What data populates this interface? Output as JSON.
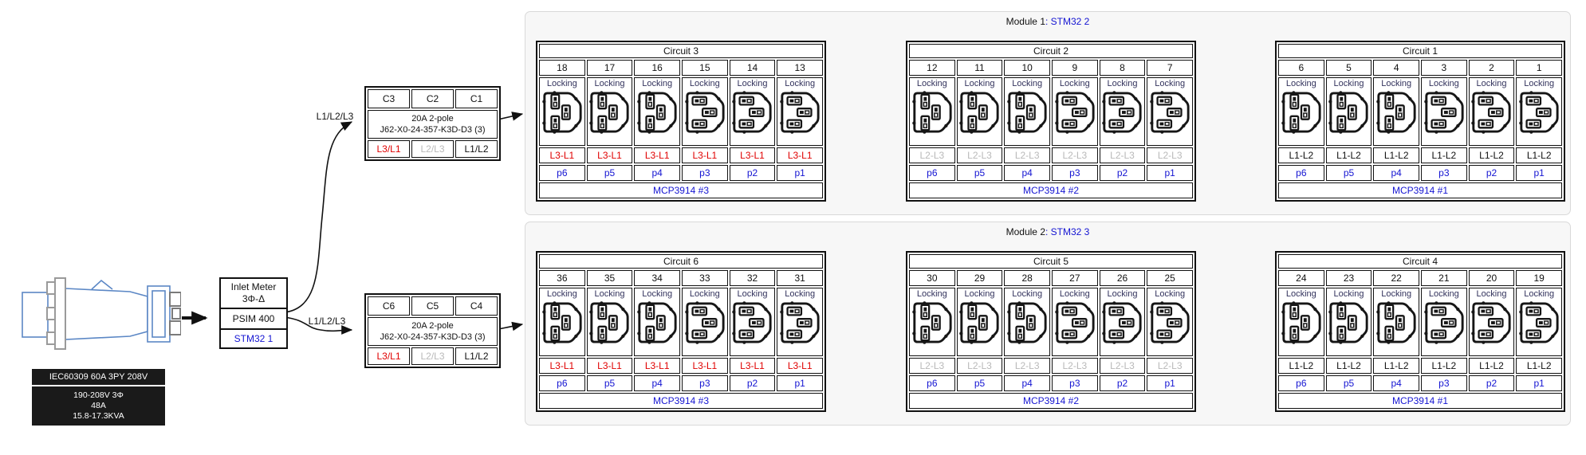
{
  "colors": {
    "blue": "#1414d2",
    "red": "#e00000",
    "grayphase": "#b9b9b9",
    "locking": "#32325c",
    "module_bg": "#f7f7f7",
    "module_border": "#d9d9d9"
  },
  "icons": {
    "plug": "iec60309-plug-icon",
    "outlet": "iec-c13-locking-outlet-icon"
  },
  "plug": {
    "label_title": "IEC60309 60A 3PY 208V",
    "label_lines": [
      "190-208V 3Φ",
      "48A",
      "15.8-17.3KVA"
    ]
  },
  "inlet_meter": {
    "name_line1": "Inlet Meter",
    "name_line2": "3Φ-Δ",
    "model": "PSIM 400",
    "mcu": "STM32 1"
  },
  "feeds": [
    {
      "label": "L1/L2/L3"
    },
    {
      "label": "L1/L2/L3"
    }
  ],
  "breaker_panels": [
    {
      "breakers": [
        "C3",
        "C2",
        "C1"
      ],
      "desc_line1": "20A 2-pole",
      "desc_line2": "J62-X0-24-357-K3D-D3 (3)",
      "phase_pairs": [
        {
          "text": "L3/L1",
          "tone": "red"
        },
        {
          "text": "L2/L3",
          "tone": "gray"
        },
        {
          "text": "L1/L2",
          "tone": "black"
        }
      ]
    },
    {
      "breakers": [
        "C6",
        "C5",
        "C4"
      ],
      "desc_line1": "20A 2-pole",
      "desc_line2": "J62-X0-24-357-K3D-D3 (3)",
      "phase_pairs": [
        {
          "text": "L3/L1",
          "tone": "red"
        },
        {
          "text": "L2/L3",
          "tone": "gray"
        },
        {
          "text": "L1/L2",
          "tone": "black"
        }
      ]
    }
  ],
  "modules": [
    {
      "title_text": "Module 1",
      "title_mcu": ": STM32 2",
      "circuits": [
        {
          "title": "Circuit 3",
          "receptacle_numbers": [
            "18",
            "17",
            "16",
            "15",
            "14",
            "13"
          ],
          "outlet_type": "Locking",
          "phase": {
            "text": "L3-L1",
            "tone": "red"
          },
          "ports": [
            "p6",
            "p5",
            "p4",
            "p3",
            "p2",
            "p1"
          ],
          "adc": "MCP3914 #3"
        },
        {
          "title": "Circuit 2",
          "receptacle_numbers": [
            "12",
            "11",
            "10",
            "9",
            "8",
            "7"
          ],
          "outlet_type": "Locking",
          "phase": {
            "text": "L2-L3",
            "tone": "gray"
          },
          "ports": [
            "p6",
            "p5",
            "p4",
            "p3",
            "p2",
            "p1"
          ],
          "adc": "MCP3914 #2"
        },
        {
          "title": "Circuit 1",
          "receptacle_numbers": [
            "6",
            "5",
            "4",
            "3",
            "2",
            "1"
          ],
          "outlet_type": "Locking",
          "phase": {
            "text": "L1-L2",
            "tone": "black"
          },
          "ports": [
            "p6",
            "p5",
            "p4",
            "p3",
            "p2",
            "p1"
          ],
          "adc": "MCP3914 #1"
        }
      ]
    },
    {
      "title_text": "Module 2",
      "title_mcu": ": STM32 3",
      "circuits": [
        {
          "title": "Circuit 6",
          "receptacle_numbers": [
            "36",
            "35",
            "34",
            "33",
            "32",
            "31"
          ],
          "outlet_type": "Locking",
          "phase": {
            "text": "L3-L1",
            "tone": "red"
          },
          "ports": [
            "p6",
            "p5",
            "p4",
            "p3",
            "p2",
            "p1"
          ],
          "adc": "MCP3914 #3"
        },
        {
          "title": "Circuit 5",
          "receptacle_numbers": [
            "30",
            "29",
            "28",
            "27",
            "26",
            "25"
          ],
          "outlet_type": "Locking",
          "phase": {
            "text": "L2-L3",
            "tone": "gray"
          },
          "ports": [
            "p6",
            "p5",
            "p4",
            "p3",
            "p2",
            "p1"
          ],
          "adc": "MCP3914 #2"
        },
        {
          "title": "Circuit 4",
          "receptacle_numbers": [
            "24",
            "23",
            "22",
            "21",
            "20",
            "19"
          ],
          "outlet_type": "Locking",
          "phase": {
            "text": "L1-L2",
            "tone": "black"
          },
          "ports": [
            "p6",
            "p5",
            "p4",
            "p3",
            "p2",
            "p1"
          ],
          "adc": "MCP3914 #1"
        }
      ]
    }
  ]
}
